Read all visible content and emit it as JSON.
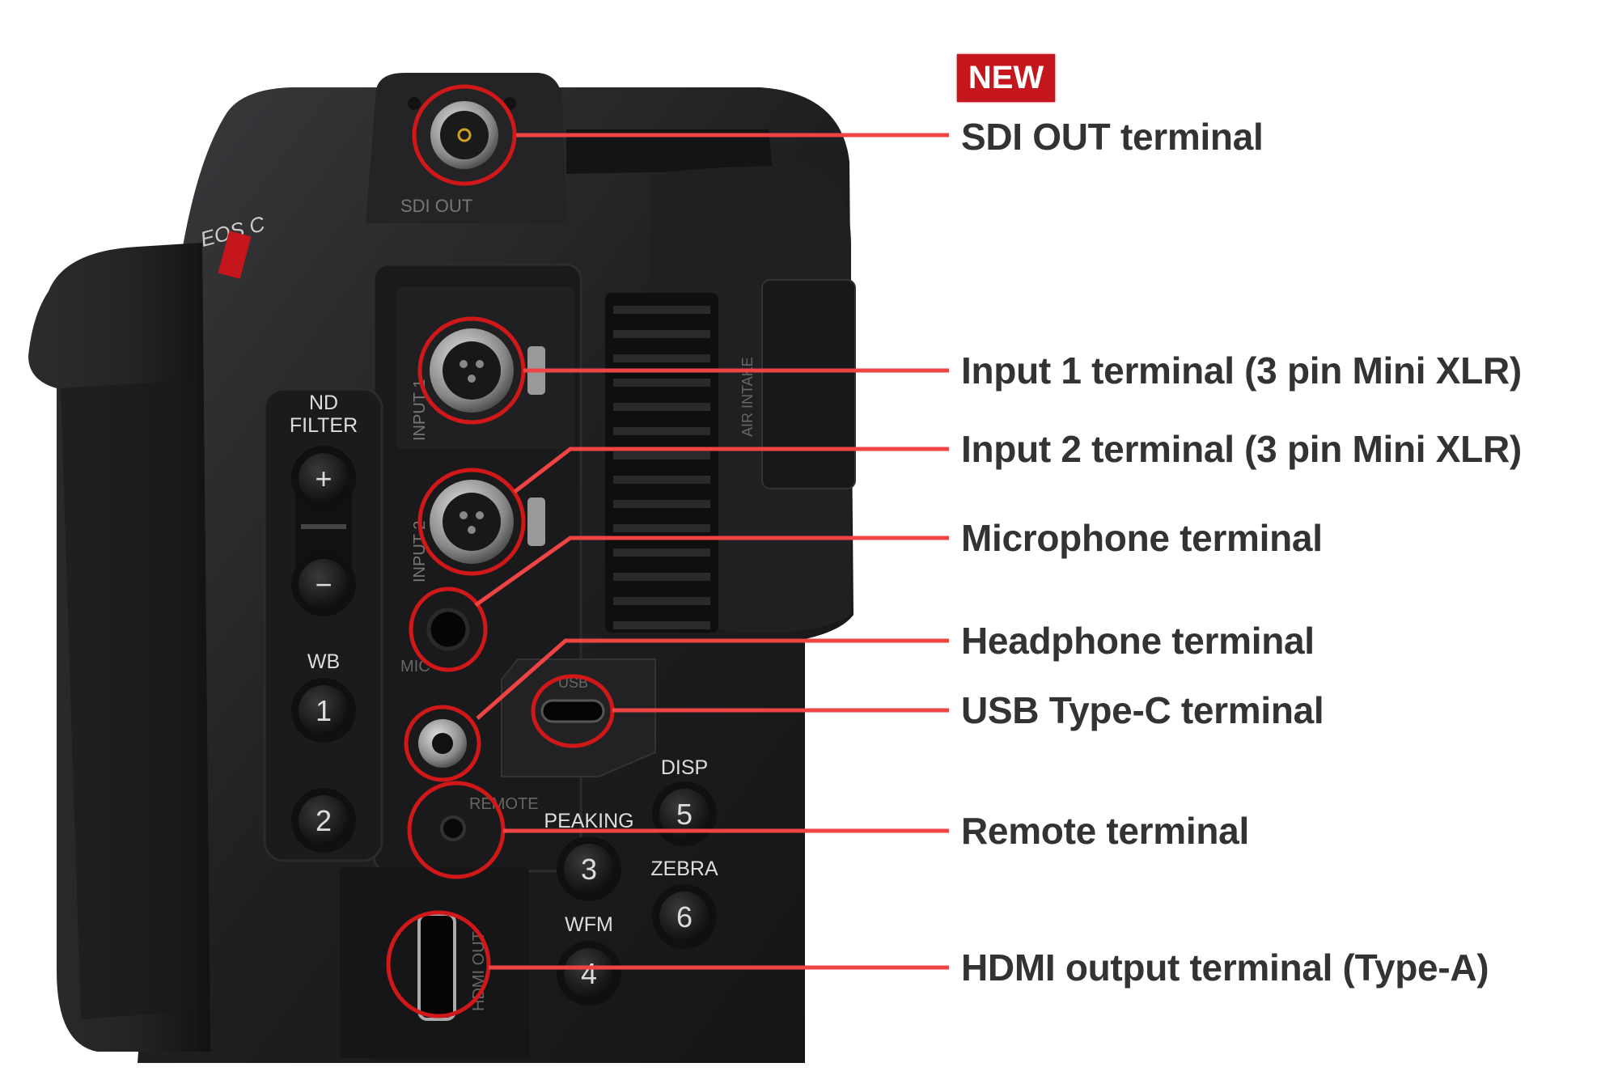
{
  "badge": {
    "label": "NEW",
    "color": "#c4161c"
  },
  "callouts": [
    {
      "id": "sdi-out",
      "label": "SDI OUT terminal"
    },
    {
      "id": "input-1",
      "label": "Input 1 terminal (3 pin Mini XLR)"
    },
    {
      "id": "input-2",
      "label": "Input 2 terminal (3 pin Mini XLR)"
    },
    {
      "id": "microphone",
      "label": "Microphone terminal"
    },
    {
      "id": "headphone",
      "label": "Headphone terminal"
    },
    {
      "id": "usb-c",
      "label": "USB Type-C terminal"
    },
    {
      "id": "remote",
      "label": "Remote terminal"
    },
    {
      "id": "hdmi",
      "label": "HDMI output terminal (Type-A)"
    }
  ],
  "colors": {
    "leader_line": "#ee4444",
    "highlight_circle": "#d01818",
    "label_text": "#333333",
    "camera_body": "#1c1c1e"
  },
  "camera_markings": {
    "logo": "EOS C",
    "sdi_out": "SDI OUT",
    "input_1": "INPUT 1",
    "input_2": "INPUT 2",
    "mic": "MIC",
    "usb": "USB",
    "remote": "REMOTE",
    "hdmi_out": "HDMI OUT",
    "air_intake": "AIR INTAKE",
    "nd_filter_1": "ND",
    "nd_filter_2": "FILTER",
    "plus": "+",
    "minus": "−",
    "wb": "WB",
    "btn1": "1",
    "btn2": "2",
    "disp": "DISP",
    "btn5": "5",
    "peaking": "PEAKING",
    "btn3": "3",
    "zebra": "ZEBRA",
    "btn6": "6",
    "wfm": "WFM",
    "btn4": "4"
  }
}
